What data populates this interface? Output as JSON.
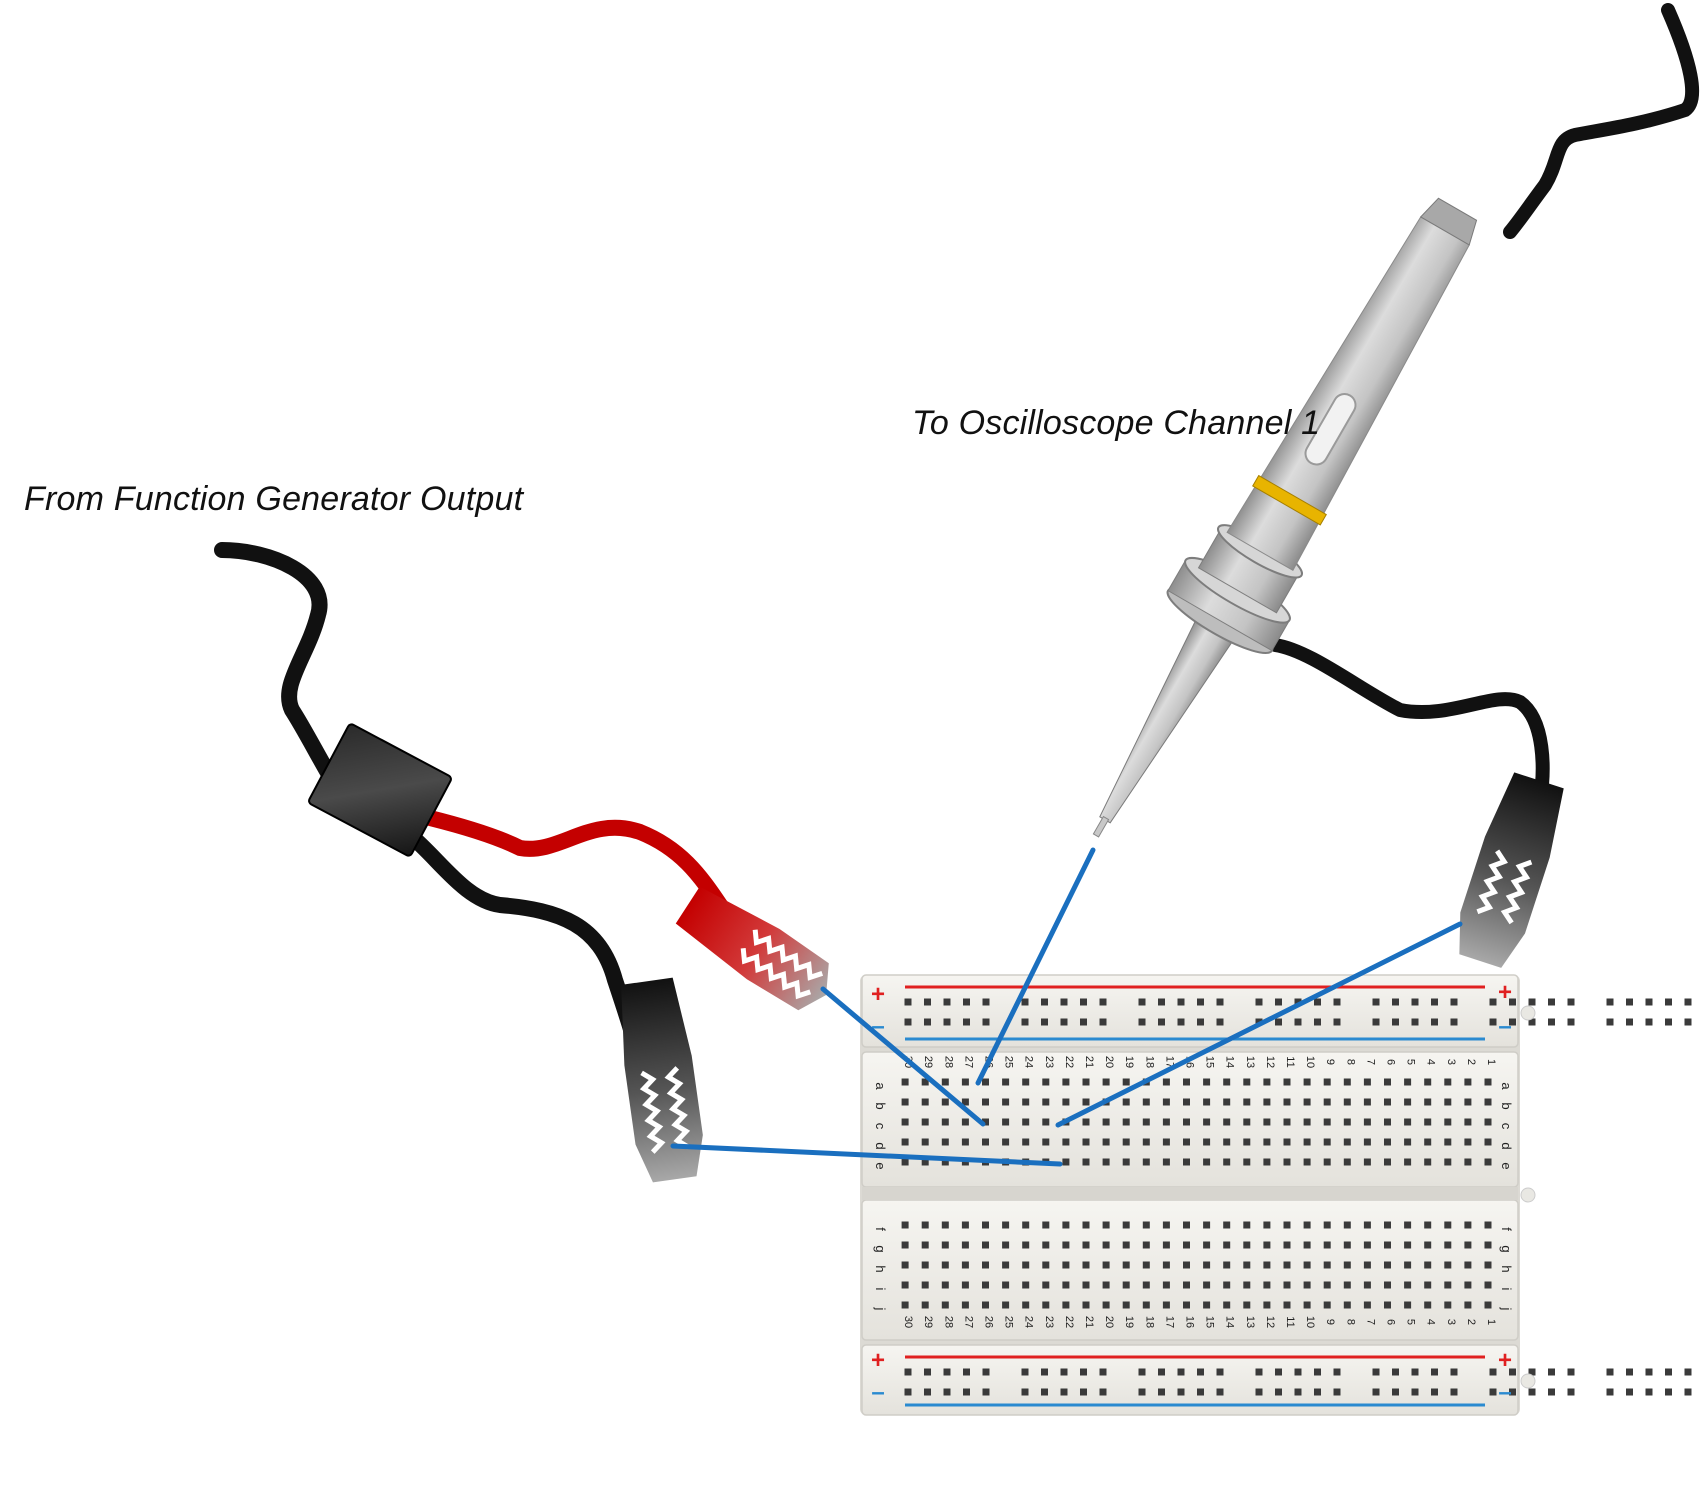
{
  "labels": {
    "function_generator": "From Function Generator Output",
    "oscilloscope": "To Oscilloscope Channel 1"
  },
  "breadboard": {
    "column_count": 30,
    "rows_top": [
      "a",
      "b",
      "c",
      "d",
      "e"
    ],
    "rows_bottom": [
      "f",
      "g",
      "h",
      "i",
      "j"
    ],
    "rail_plus": "+",
    "rail_minus": "–"
  },
  "colors": {
    "jumper_wire": "#1a6fbf",
    "red_lead": "#c40000",
    "black_lead": "#111111",
    "rail_red": "#e02020",
    "rail_blue": "#2a8ad0",
    "probe_body": "#b8b8b8",
    "probe_ring": "#e8b400",
    "board": "#f1f0ec"
  }
}
